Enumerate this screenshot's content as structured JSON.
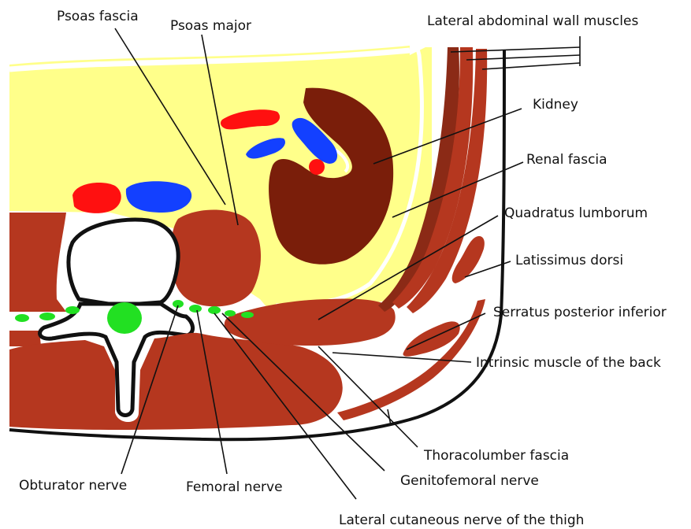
{
  "colors": {
    "fat": "#ffff8a",
    "muscle": "#b5371f",
    "muscle_dark": "#8b2a16",
    "kidney": "#7a1e0a",
    "artery": "#ff1010",
    "vein": "#1340ff",
    "nerve": "#22e022",
    "bone": "#ffffff",
    "outline": "#111111"
  },
  "labels": {
    "psoas_fascia": "Psoas fascia",
    "psoas_major": "Psoas major",
    "lateral_abdominal_wall_muscles": "Lateral abdominal wall muscles",
    "kidney": "Kidney",
    "renal_fascia": "Renal fascia",
    "quadratus_lumborum": "Quadratus lumborum",
    "latissimus_dorsi": "Latissimus dorsi",
    "serratus_posterior_inferior": "Serratus posterior inferior",
    "intrinsic_muscle_of_the_back": "Intrinsic muscle of the back",
    "thoracolumber_fascia": "Thoracolumber fascia",
    "genitofemoral_nerve": "Genitofemoral nerve",
    "obturator_nerve": "Obturator nerve",
    "femoral_nerve": "Femoral nerve",
    "lateral_cutaneous_nerve_of_the_thigh": "Lateral cutaneous nerve of the thigh"
  }
}
